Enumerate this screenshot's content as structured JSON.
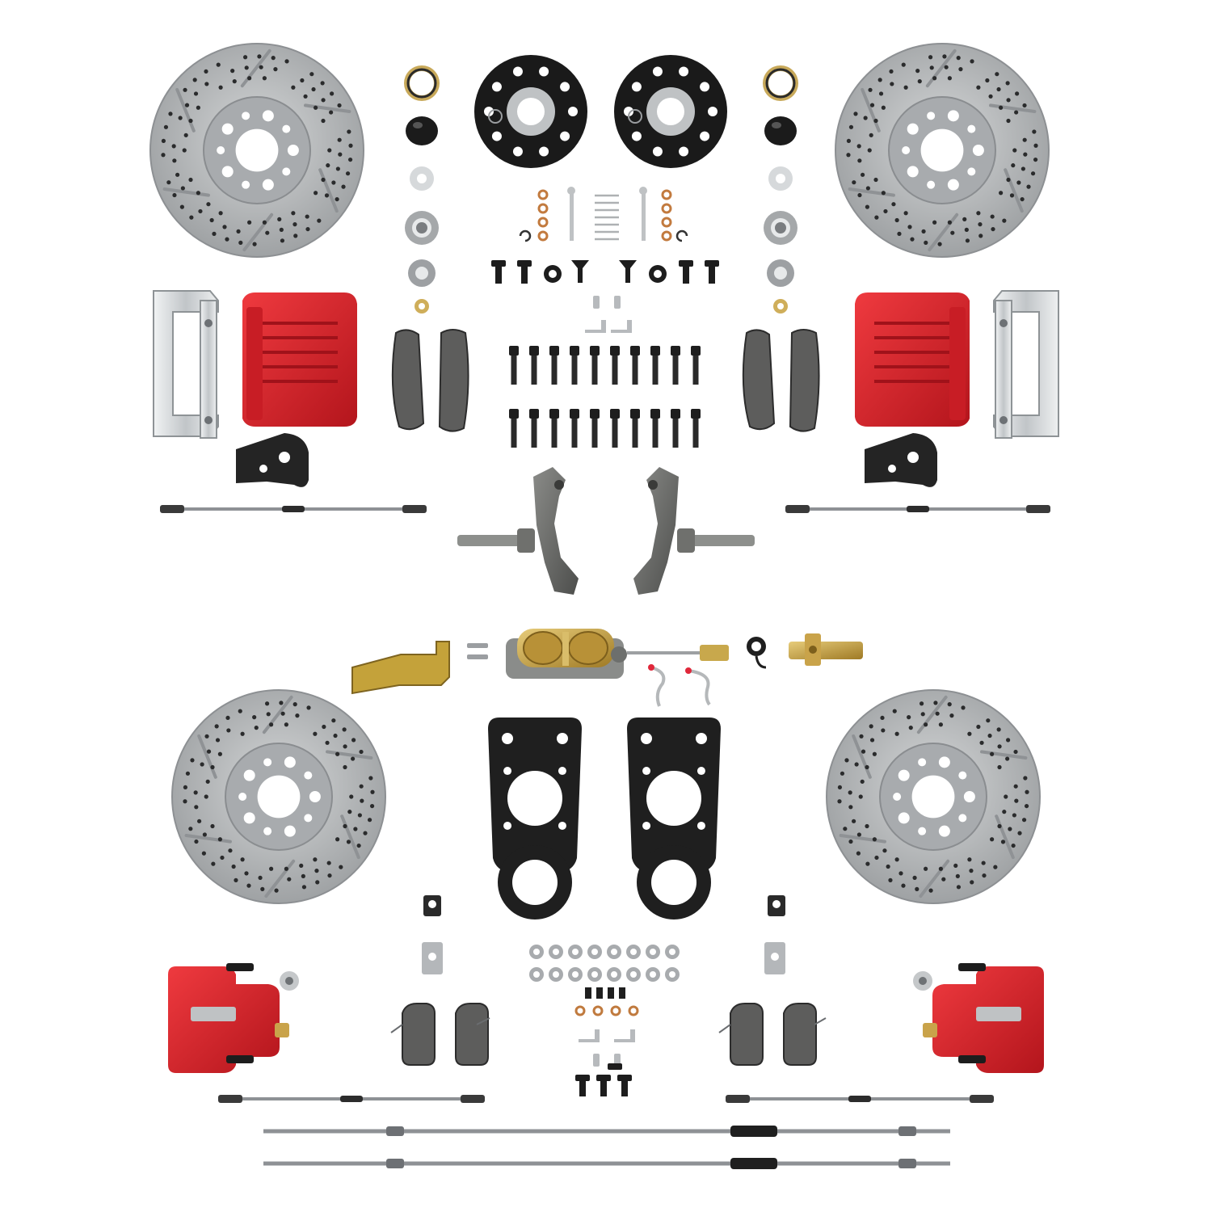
{
  "colors": {
    "background": "#ffffff",
    "rotor_steel": "#b9bcbe",
    "rotor_hat": "#a9acae",
    "caliper_red": "#d8242c",
    "hardware_black": "#1e1e1e",
    "zinc_silver": "#d5d8da",
    "brass": "#c9a34a",
    "gold_zinc": "#c4a23a",
    "cast_iron": "#6b6c6a",
    "brake_pad": "#5a5a5a"
  },
  "parts": {
    "front_rotors": 2,
    "rear_rotors": 2,
    "front_hubs": 2,
    "front_calipers": 2,
    "front_caliper_brackets": 2,
    "front_pad_sets": 2,
    "spindles": 2,
    "master_cylinder": 1,
    "proportioning_valve": 1,
    "rear_brackets": 2,
    "rear_calipers": 2,
    "rear_pad_sets": 2,
    "brake_hoses": 4,
    "parking_brake_cables": 2,
    "caliper_bolts": 20,
    "small_washers": 16
  }
}
